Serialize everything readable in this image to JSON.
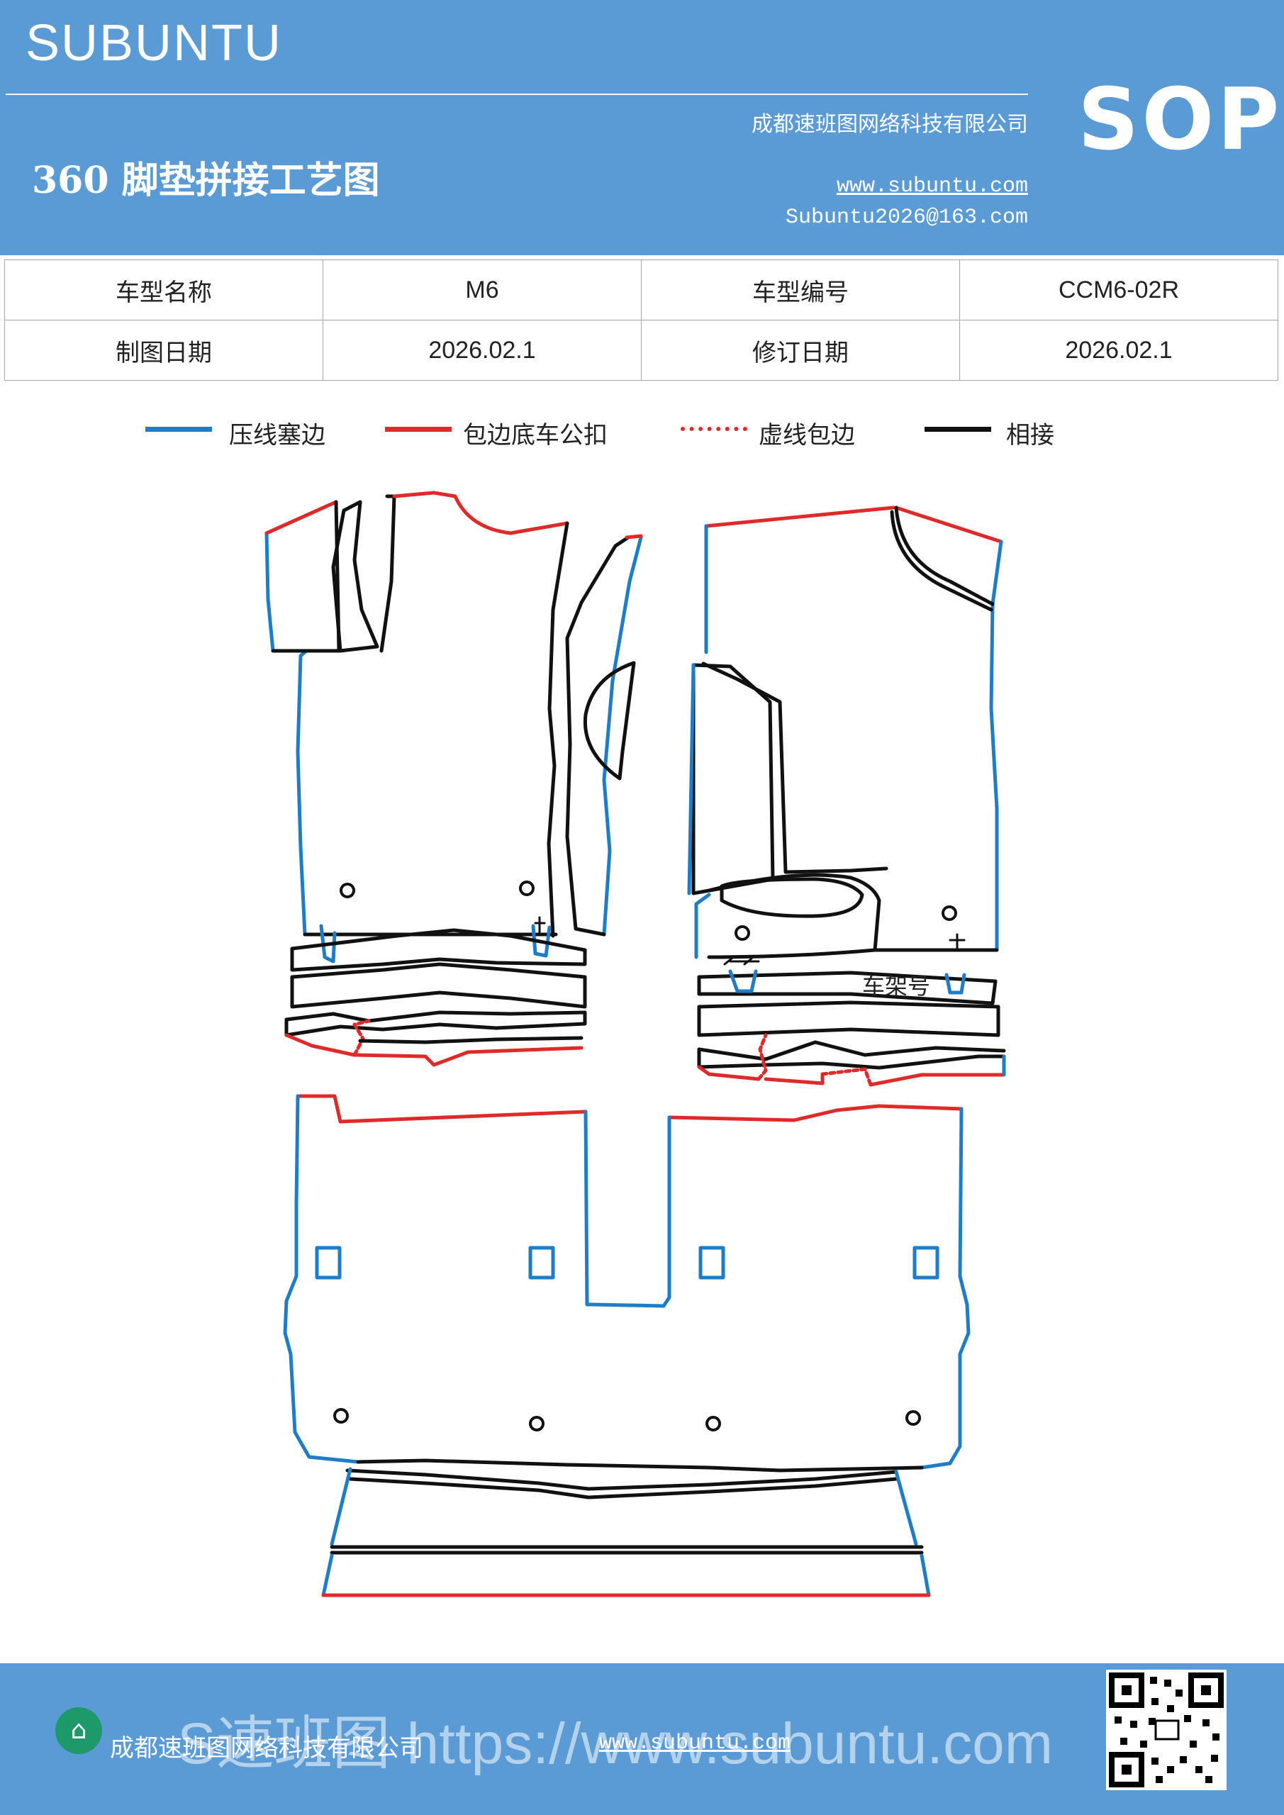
{
  "header": {
    "brand": "SUBUNTU",
    "company": "成都速班图网络科技有限公司",
    "title": "360 脚垫拼接工艺图",
    "website": "www.subuntu.com",
    "email": "Subuntu2026@163.com",
    "sop": "SOP"
  },
  "info_table": {
    "rows": [
      [
        "车型名称",
        "M6",
        "车型编号",
        "CCM6-02R"
      ],
      [
        "制图日期",
        "2026.02.1",
        "修订日期",
        "2026.02.1"
      ]
    ]
  },
  "legend": [
    {
      "label": "压线塞边",
      "color": "#1f7dc8",
      "style": "solid"
    },
    {
      "label": "包边底车公扣",
      "color": "#e02a2a",
      "style": "solid"
    },
    {
      "label": "虚线包边",
      "color": "#e02a2a",
      "style": "dotted"
    },
    {
      "label": "相接",
      "color": "#111111",
      "style": "solid"
    }
  ],
  "diagram": {
    "frame_label": "车架号"
  },
  "footer": {
    "company": "成都速班图网络科技有限公司",
    "website": "www.subuntu.com",
    "watermark": "S速班图 https://www.subuntu.com"
  }
}
